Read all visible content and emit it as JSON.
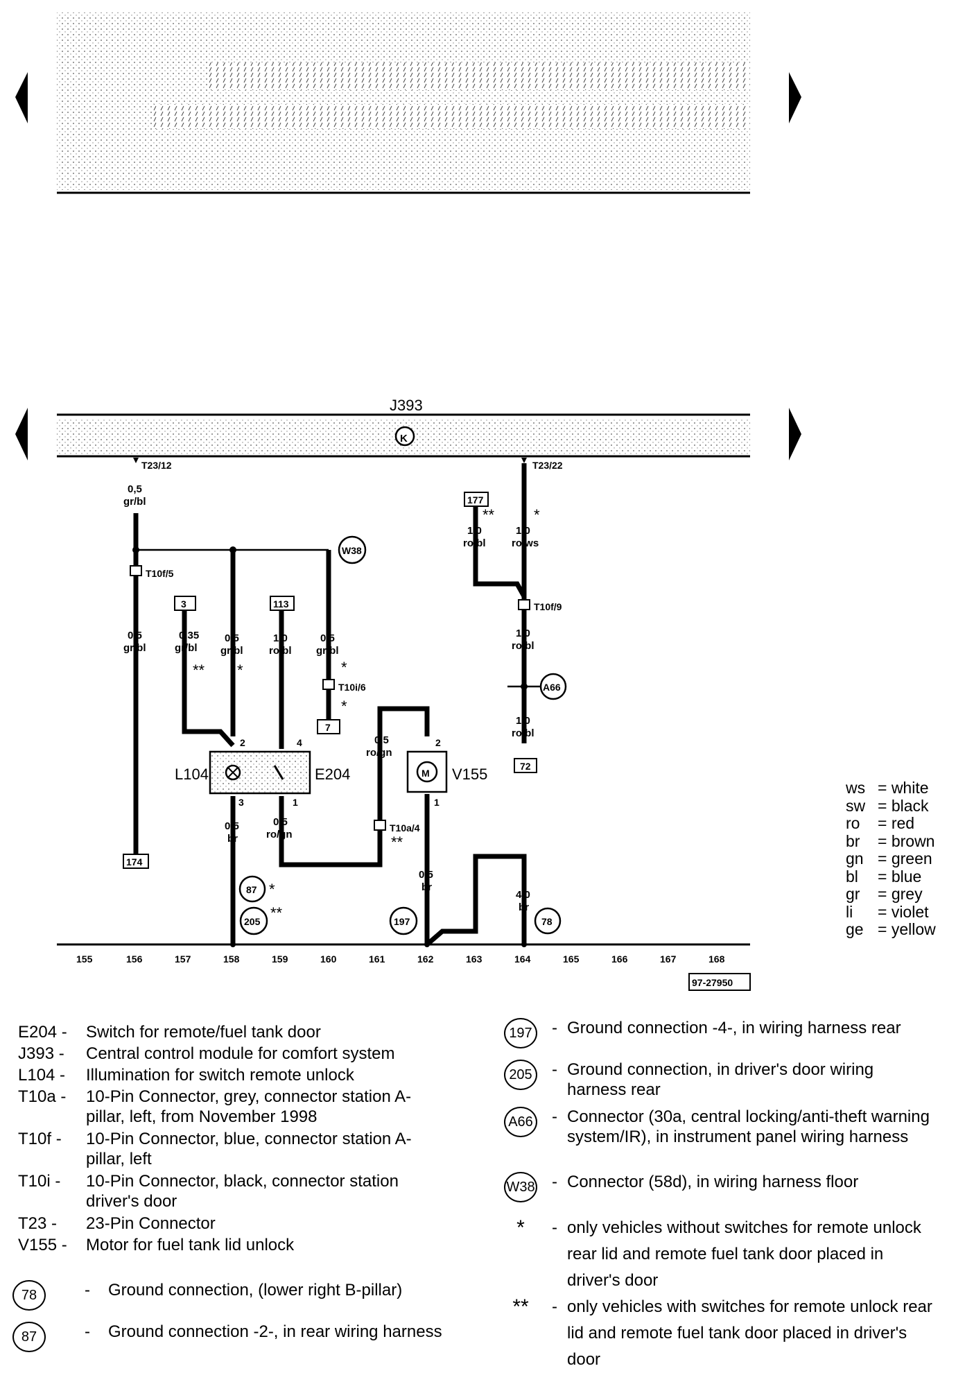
{
  "diagram": {
    "module_label": "J393",
    "module_symbol": "K",
    "pins": {
      "t23_12": "T23/12",
      "t23_22": "T23/22",
      "t10f_5": "T10f/5",
      "t10f_9": "T10f/9",
      "t10i_6": "T10i/6",
      "t10a_4": "T10a/4"
    },
    "wires": {
      "w156_top": [
        "0,5",
        "gr/bl"
      ],
      "w156_low": [
        "0,5",
        "gr/bl"
      ],
      "w157": [
        "0,35",
        "gr/bl"
      ],
      "w158_top": [
        "0,5",
        "gr/bl"
      ],
      "w159_top": [
        "1,0",
        "ro/bl"
      ],
      "w160_top": [
        "0,5",
        "gr/bl"
      ],
      "w158_bot": [
        "0,5",
        "br"
      ],
      "w159_bot": [
        "0,5",
        "ro/gn"
      ],
      "w161": [
        "0,5",
        "ro/gn"
      ],
      "w162_bot": [
        "0,5",
        "br"
      ],
      "w164_bot": [
        "4,0",
        "br"
      ],
      "w163_top": [
        "1,0",
        "ro/bl"
      ],
      "w164_top": [
        "1,0",
        "ro/ws"
      ],
      "w164_mid": [
        "1,0",
        "ro/bl"
      ],
      "w164_low": [
        "1,0",
        "ro/bl"
      ]
    },
    "boxes": {
      "b3": "3",
      "b113": "113",
      "b7": "7",
      "b177": "177",
      "b72": "72",
      "b174": "174"
    },
    "grounds": {
      "g87": "87",
      "g205": "205",
      "g197": "197",
      "g78": "78",
      "w38": "W38",
      "a66": "A66"
    },
    "components": {
      "l104": "L104",
      "e204": "E204",
      "v155": "V155",
      "motor": "M",
      "pin2a": "2",
      "pin4": "4",
      "pin3": "3",
      "pin1a": "1",
      "pin2b": "2",
      "pin1b": "1"
    },
    "marks": {
      "single": "*",
      "double": "**"
    },
    "tracks": [
      "155",
      "156",
      "157",
      "158",
      "159",
      "160",
      "161",
      "162",
      "163",
      "164",
      "165",
      "166",
      "167",
      "168"
    ],
    "ref_number": "97-27950"
  },
  "color_key": [
    {
      "abbr": "ws",
      "name": "= white"
    },
    {
      "abbr": "sw",
      "name": "= black"
    },
    {
      "abbr": "ro",
      "name": "= red"
    },
    {
      "abbr": "br",
      "name": "= brown"
    },
    {
      "abbr": "gn",
      "name": "= green"
    },
    {
      "abbr": "bl",
      "name": "= blue"
    },
    {
      "abbr": "gr",
      "name": "= grey"
    },
    {
      "abbr": "li",
      "name": "= violet"
    },
    {
      "abbr": "ge",
      "name": "= yellow"
    }
  ],
  "legend": [
    {
      "code": "E204 -",
      "desc": "Switch for remote/fuel tank door"
    },
    {
      "code": "J393 -",
      "desc": "Central control module for comfort system"
    },
    {
      "code": "L104 -",
      "desc": "Illumination for switch remote unlock"
    },
    {
      "code": "T10a -",
      "desc": "10-Pin Connector, grey, connector station A-pillar, left, from November 1998"
    },
    {
      "code": "T10f -",
      "desc": "10-Pin Connector, blue, connector station A-pillar, left"
    },
    {
      "code": "T10i -",
      "desc": "10-Pin Connector, black, connector station driver's door"
    },
    {
      "code": "T23 -",
      "desc": "23-Pin Connector"
    },
    {
      "code": "V155 -",
      "desc": "Motor for fuel tank lid unlock"
    }
  ],
  "ground_legend": [
    {
      "sym": "78",
      "desc": "Ground connection, (lower right B-pillar)"
    },
    {
      "sym": "87",
      "desc": "Ground connection -2-, in rear wiring harness"
    }
  ],
  "right_legend": [
    {
      "sym": "197",
      "desc": "Ground connection -4-, in wiring harness rear"
    },
    {
      "sym": "205",
      "desc": "Ground connection, in driver's door wiring harness rear"
    },
    {
      "sym": "A66",
      "desc": "Connector (30a, central locking/anti-theft warning system/IR), in instrument panel wiring harness"
    },
    {
      "sym": "W38",
      "desc": "Connector (58d), in wiring harness floor"
    },
    {
      "sym": "*",
      "desc": "only vehicles without switches for remote unlock rear lid and remote  fuel tank door placed in driver's door"
    },
    {
      "sym": "**",
      "desc": "only vehicles with switches for remote unlock rear lid and remote  fuel tank door placed in driver's door"
    }
  ],
  "legend_dash": "-"
}
